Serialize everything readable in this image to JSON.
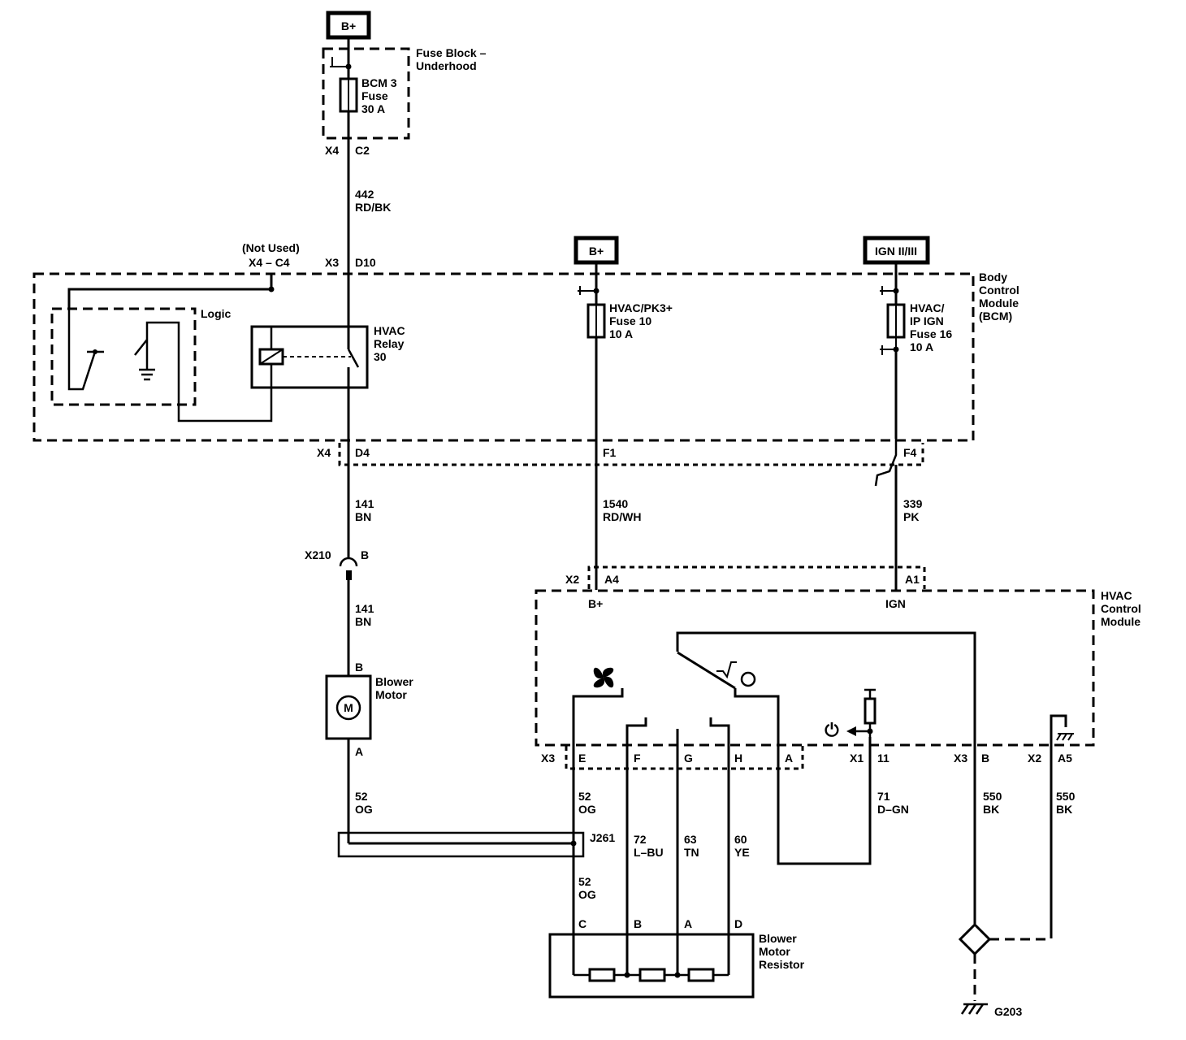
{
  "power_sources": {
    "top_bplus": "B+",
    "bcm_bplus": "B+",
    "ign": "IGN II/III"
  },
  "fuse_block": {
    "title_line1": "Fuse Block –",
    "title_line2": "Underhood",
    "fuse_line1": "BCM 3",
    "fuse_line2": "Fuse",
    "fuse_line3": "30 A",
    "conn": "X4",
    "pin": "C2"
  },
  "wires": {
    "w442_num": "442",
    "w442_color": "RD/BK",
    "w141a_num": "141",
    "w141a_color": "BN",
    "w1540_num": "1540",
    "w1540_color": "RD/WH",
    "w339_num": "339",
    "w339_color": "PK",
    "w141b_num": "141",
    "w141b_color": "BN",
    "w52a_num": "52",
    "w52a_color": "OG",
    "w52b_num": "52",
    "w52b_color": "OG",
    "w52c_num": "52",
    "w52c_color": "OG",
    "w72_num": "72",
    "w72_color": "L–BU",
    "w63_num": "63",
    "w63_color": "TN",
    "w60_num": "60",
    "w60_color": "YE",
    "w71_num": "71",
    "w71_color": "D–GN",
    "w550a_num": "550",
    "w550a_color": "BK",
    "w550b_num": "550",
    "w550b_color": "BK"
  },
  "bcm": {
    "title_line1": "Body",
    "title_line2": "Control",
    "title_line3": "Module",
    "title_line4": "(BCM)",
    "not_used": "(Not Used)",
    "not_used_pin": "X4 – C4",
    "x3_conn": "X3",
    "x3_pin": "D10",
    "logic": "Logic",
    "relay_line1": "HVAC",
    "relay_line2": "Relay",
    "relay_line3": "30",
    "fuse10_line1": "HVAC/PK3+",
    "fuse10_line2": "Fuse 10",
    "fuse10_line3": "10 A",
    "fuse16_line1": "HVAC/",
    "fuse16_line2": "IP IGN",
    "fuse16_line3": "Fuse 16",
    "fuse16_line4": "10 A",
    "x4_conn": "X4",
    "pin_d4": "D4",
    "pin_f1": "F1",
    "pin_f4": "F4"
  },
  "inline_connector": {
    "name": "X210",
    "pin": "B"
  },
  "blower_motor": {
    "label_line1": "Blower",
    "label_line2": "Motor",
    "symbol": "M",
    "pin_top": "B",
    "pin_bottom": "A"
  },
  "hvac_module": {
    "title_line1": "HVAC",
    "title_line2": "Control",
    "title_line3": "Module",
    "x2_conn": "X2",
    "pin_a4": "A4",
    "pin_a1": "A1",
    "bplus": "B+",
    "ign": "IGN",
    "x3_conn": "X3",
    "pin_e": "E",
    "pin_f": "F",
    "pin_g": "G",
    "pin_h": "H",
    "pin_a": "A",
    "x1_conn": "X1",
    "pin_11": "11",
    "x3b_conn": "X3",
    "pin_b": "B",
    "x2b_conn": "X2",
    "pin_a5": "A5",
    "power_symbol": "⏻"
  },
  "splice": {
    "name": "J261"
  },
  "resistor": {
    "label_line1": "Blower",
    "label_line2": "Motor",
    "label_line3": "Resistor",
    "pin_c": "C",
    "pin_b": "B",
    "pin_a": "A",
    "pin_d": "D"
  },
  "ground": {
    "name": "G203"
  }
}
